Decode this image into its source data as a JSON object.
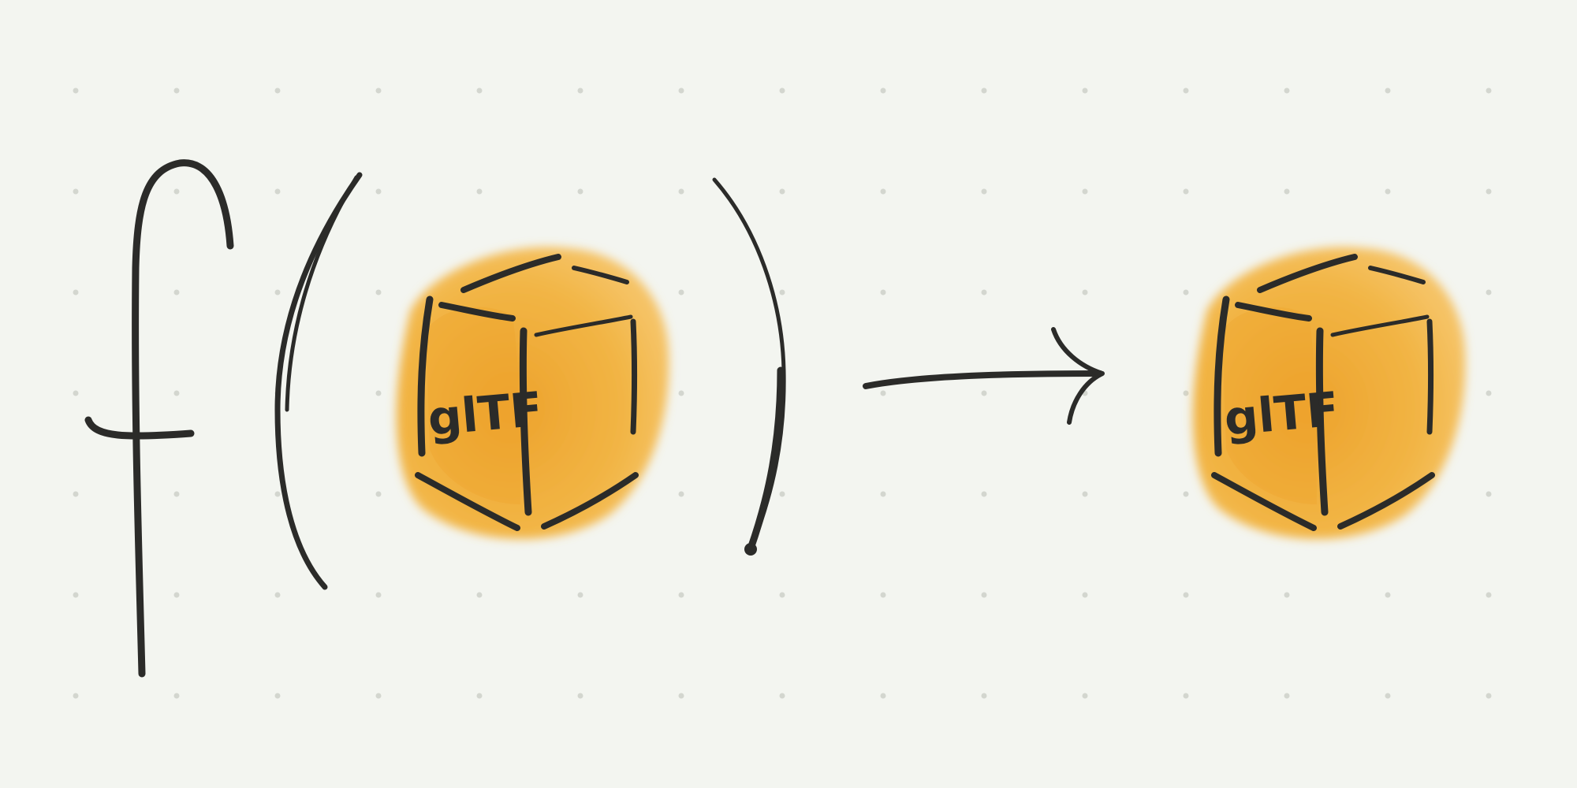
{
  "illustration": {
    "colors": {
      "background": "#f3f5f0",
      "dot": "#d3d6cf",
      "ink": "#2b2b29",
      "cube_fill": "#f2b545",
      "cube_fill_dark": "#eda22c"
    },
    "function_symbol": "f",
    "input_cube": {
      "label": "glTF",
      "icon": "gltf-cube-icon"
    },
    "output_cube": {
      "label": "glTF",
      "icon": "gltf-cube-icon"
    },
    "arrow": {
      "icon": "arrow-right-icon"
    }
  }
}
